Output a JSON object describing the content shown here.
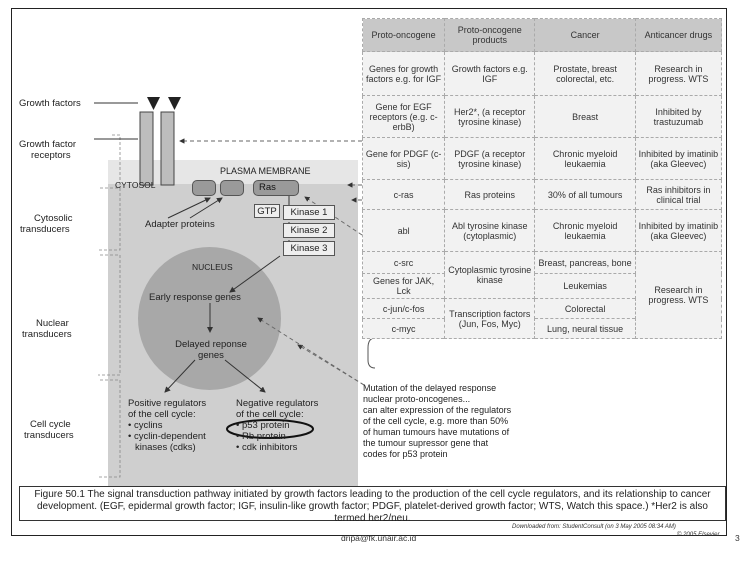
{
  "diagram": {
    "left_labels": {
      "growth_factors": "Growth factors",
      "growth_factor_receptors": [
        "Growth factor",
        "receptors"
      ],
      "cytosolic_transducers": [
        "Cytosolic",
        "transducers"
      ],
      "nuclear_transducers": [
        "Nuclear",
        "transducers"
      ],
      "cell_cycle_transducers": [
        "Cell cycle",
        "transducers"
      ]
    },
    "plasma_membrane": "PLASMA MEMBRANE",
    "cytosol": "CYTOSOL",
    "ras": "Ras",
    "gtp": "GTP",
    "kinases": [
      "Kinase 1",
      "Kinase 2",
      "Kinase 3"
    ],
    "adapter_proteins": "Adapter proteins",
    "nucleus": "NUCLEUS",
    "early_response": "Early response genes",
    "delayed_response": [
      "Delayed reponse",
      "genes"
    ],
    "positive_regulators": {
      "title": [
        "Positive regulators",
        "of the cell cycle:"
      ],
      "items": [
        "• cyclins",
        "• cyclin-dependent",
        "  kinases (cdks)"
      ]
    },
    "negative_regulators": {
      "title": [
        "Negative regulators",
        "of the cell cycle:"
      ],
      "items": [
        "• p53 protein",
        "• Rb protein",
        "• cdk inhibitors"
      ]
    },
    "mutation_note": [
      "Mutation of the delayed response",
      "nuclear proto-oncogenes...",
      "can alter expression of the regulators",
      "of the cell cycle, e.g. more than 50%",
      "of human tumours have mutations of",
      "the tumour supressor gene that",
      "codes for p53 protein"
    ]
  },
  "table": {
    "headers": [
      "Proto-oncogene",
      "Proto-oncogene products",
      "Cancer",
      "Anticancer drugs"
    ],
    "rows": [
      [
        "Genes for growth factors e.g. for IGF",
        "Growth factors e.g. IGF",
        "Prostate, breast colorectal, etc.",
        "Research in progress. WTS"
      ],
      [
        "Gene for EGF receptors (e.g. c-erbB)",
        "Her2*, (a receptor tyrosine kinase)",
        "Breast",
        "Inhibited by trastuzumab"
      ],
      [
        "Gene for PDGF (c-sis)",
        "PDGF (a receptor tyrosine kinase)",
        "Chronic myeloid leukaemia",
        "Inhibited by imatinib (aka Gleevec)"
      ],
      [
        "c-ras",
        "Ras proteins",
        "30% of all tumours",
        "Ras inhibitors in clinical trial"
      ],
      [
        "abl",
        "Abl tyrosine kinase (cytoplasmic)",
        "Chronic myeloid leukaemia",
        "Inhibited by imatinib (aka Gleevec)"
      ],
      [
        "c-src",
        "Cytoplasmic tyrosine kinase",
        "Breast, pancreas, bone",
        "Research in progress. WTS"
      ],
      [
        "Genes for JAK, Lck",
        "",
        "Leukemias",
        ""
      ],
      [
        "c-jun/c-fos",
        "Transcription factors (Jun, Fos, Myc)",
        "Colorectal",
        ""
      ],
      [
        "c-myc",
        "",
        "Lung, neural tissue",
        ""
      ]
    ]
  },
  "caption": "Figure 50.1 The signal transduction pathway initiated by growth factors leading to the production of the cell cycle regulators, and its relationship to cancer development. (EGF, epidermal growth factor; IGF, insulin-like growth factor; PDGF, platelet-derived growth factor; WTS, Watch this space.) *Her2 is also termed her2/neu.",
  "credit": [
    "Downloaded from: StudentConsult (on 3 May 2005 08:34 AM)",
    "© 2005 Elsevier"
  ],
  "footer": {
    "email": "dripa@fk.unair.ac.id",
    "page_number": "3"
  }
}
